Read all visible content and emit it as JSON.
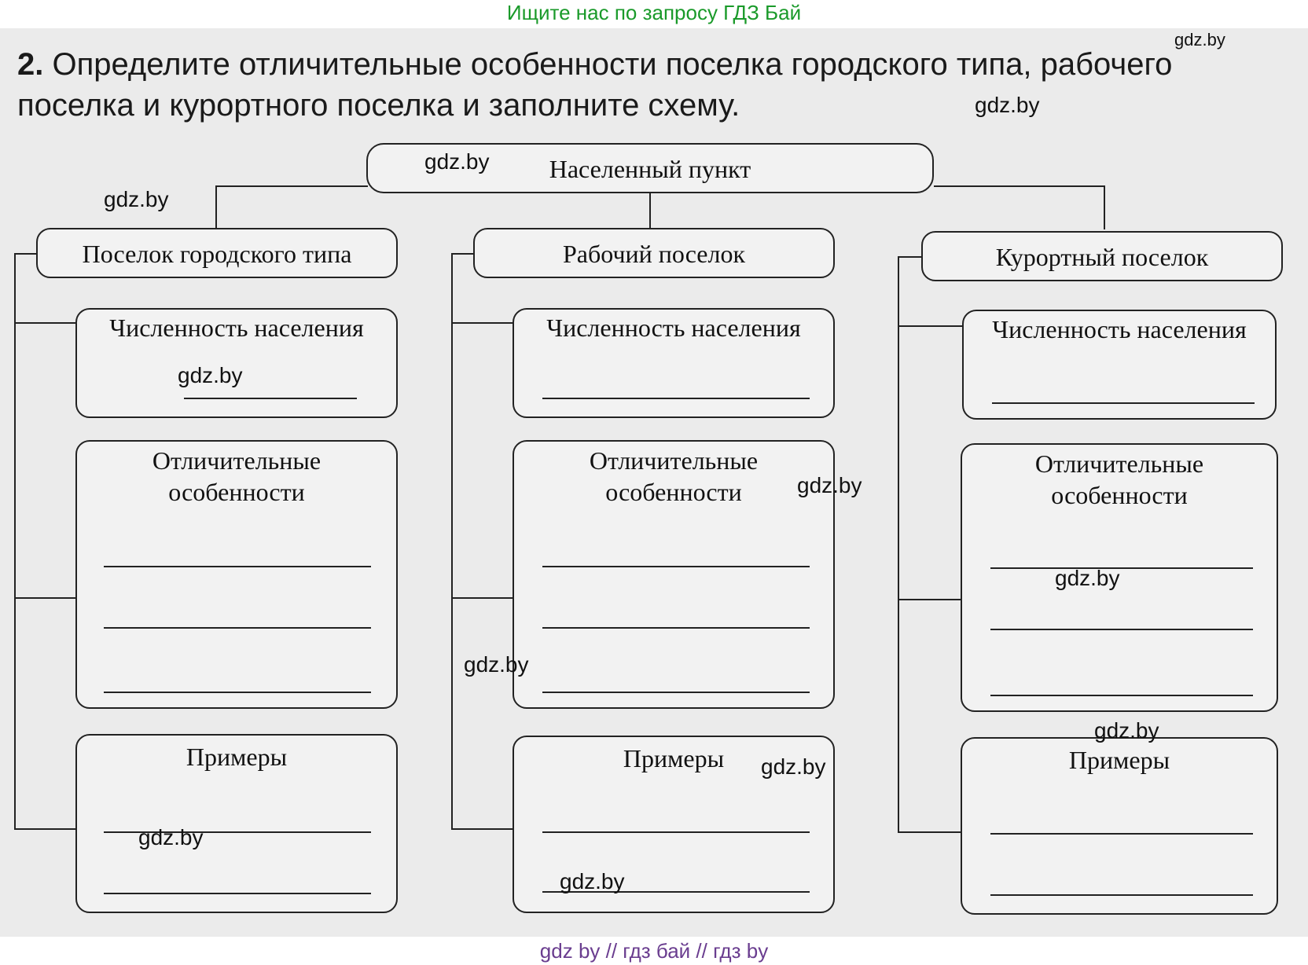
{
  "banner_top": "Ищите нас по запросу ГДЗ Бай",
  "banner_bottom": "gdz by  //  гдз бай  //  гдз by",
  "question": {
    "number": "2.",
    "text": "Определите отличительные особенности поселка городского типа, рабочего поселка и курортного поселка и заполните схему."
  },
  "scheme": {
    "root": "Населенный пункт",
    "branches": [
      {
        "title": "Поселок городского типа",
        "population": "Численность населения",
        "features": "Отличительные особенности",
        "examples": "Примеры"
      },
      {
        "title": "Рабочий поселок",
        "population": "Численность населения",
        "features": "Отличительные особенности",
        "examples": "Примеры"
      },
      {
        "title": "Курортный поселок",
        "population": "Численность населения",
        "features": "Отличительные особенности",
        "examples": "Примеры"
      }
    ]
  },
  "watermark": "gdz.by"
}
